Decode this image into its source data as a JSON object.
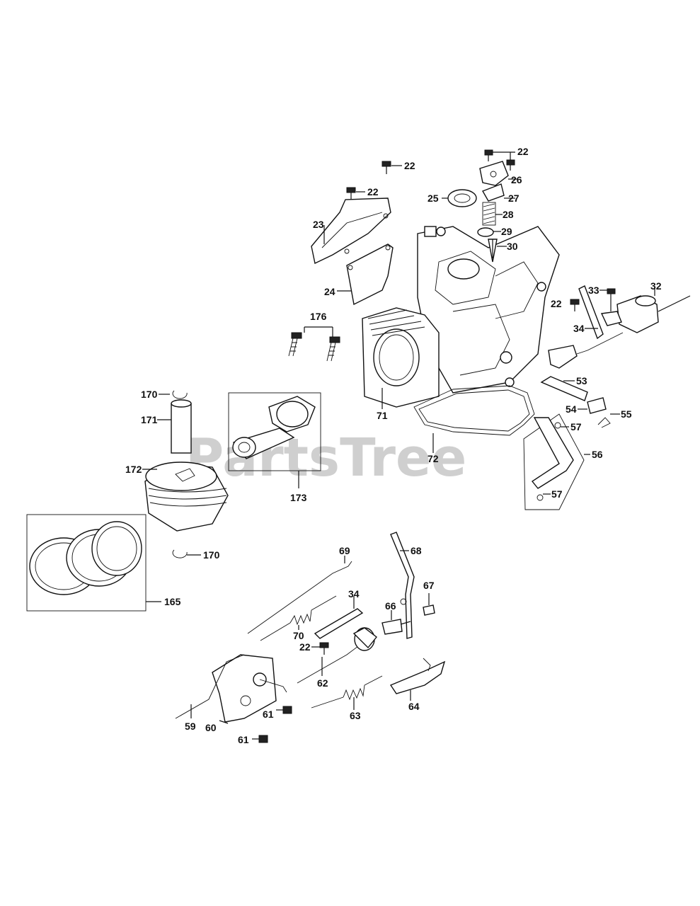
{
  "watermark": "PartsTree",
  "callouts": {
    "c22a": "22",
    "c22b": "22",
    "c22c": "22",
    "c22d": "22",
    "c22e": "22",
    "c23": "23",
    "c24": "24",
    "c25": "25",
    "c26": "26",
    "c27": "27",
    "c28": "28",
    "c29": "29",
    "c30": "30",
    "c32": "32",
    "c33": "33",
    "c34a": "34",
    "c34b": "34",
    "c53": "53",
    "c54": "54",
    "c55": "55",
    "c56": "56",
    "c57a": "57",
    "c57b": "57",
    "c59": "59",
    "c60": "60",
    "c61a": "61",
    "c61b": "61",
    "c62": "62",
    "c63": "63",
    "c64": "64",
    "c66": "66",
    "c67": "67",
    "c68": "68",
    "c69": "69",
    "c70": "70",
    "c71": "71",
    "c72": "72",
    "c165": "165",
    "c170a": "170",
    "c170b": "170",
    "c171": "171",
    "c172": "172",
    "c173": "173",
    "c176": "176"
  }
}
